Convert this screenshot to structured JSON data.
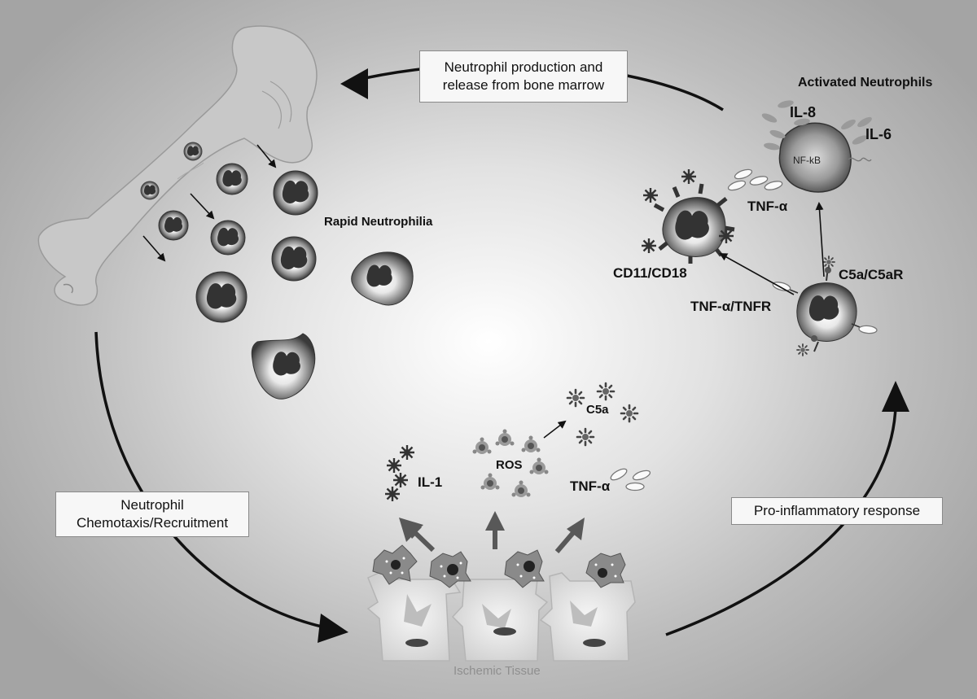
{
  "boxes": {
    "production_line1": "Neutrophil production and",
    "production_line2": "release from bone marrow",
    "chemotaxis_line1": "Neutrophil",
    "chemotaxis_line2": "Chemotaxis/Recruitment",
    "proinflammatory": "Pro-inflammatory response"
  },
  "labels": {
    "activated": "Activated Neutrophils",
    "il8": "IL-8",
    "il6": "IL-6",
    "nfkb": "NF-kB",
    "tnfa_top": "TNF-α",
    "cd11": "CD11/CD18",
    "c5a_c5ar": "C5a/C5aR",
    "tnfa_tnfr": "TNF-α/TNFR",
    "rapid": "Rapid Neutrophilia",
    "il1": "IL-1",
    "ros": "ROS",
    "c5a": "C5a",
    "tnfa_bottom": "TNF-α",
    "ischemic": "Ischemic Tissue"
  }
}
